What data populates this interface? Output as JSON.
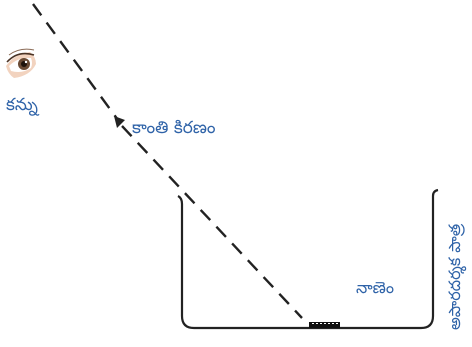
{
  "labels": {
    "eye": "కన్ను",
    "ray": "కాంతి కిరణం",
    "coin": "నాణెం",
    "vessel": "అపారదర్శక పాత్ర"
  },
  "colors": {
    "label_text": "#2f63a8",
    "line": "#222222",
    "coin": "#111111"
  },
  "icons": {
    "eye": "eye-icon"
  }
}
